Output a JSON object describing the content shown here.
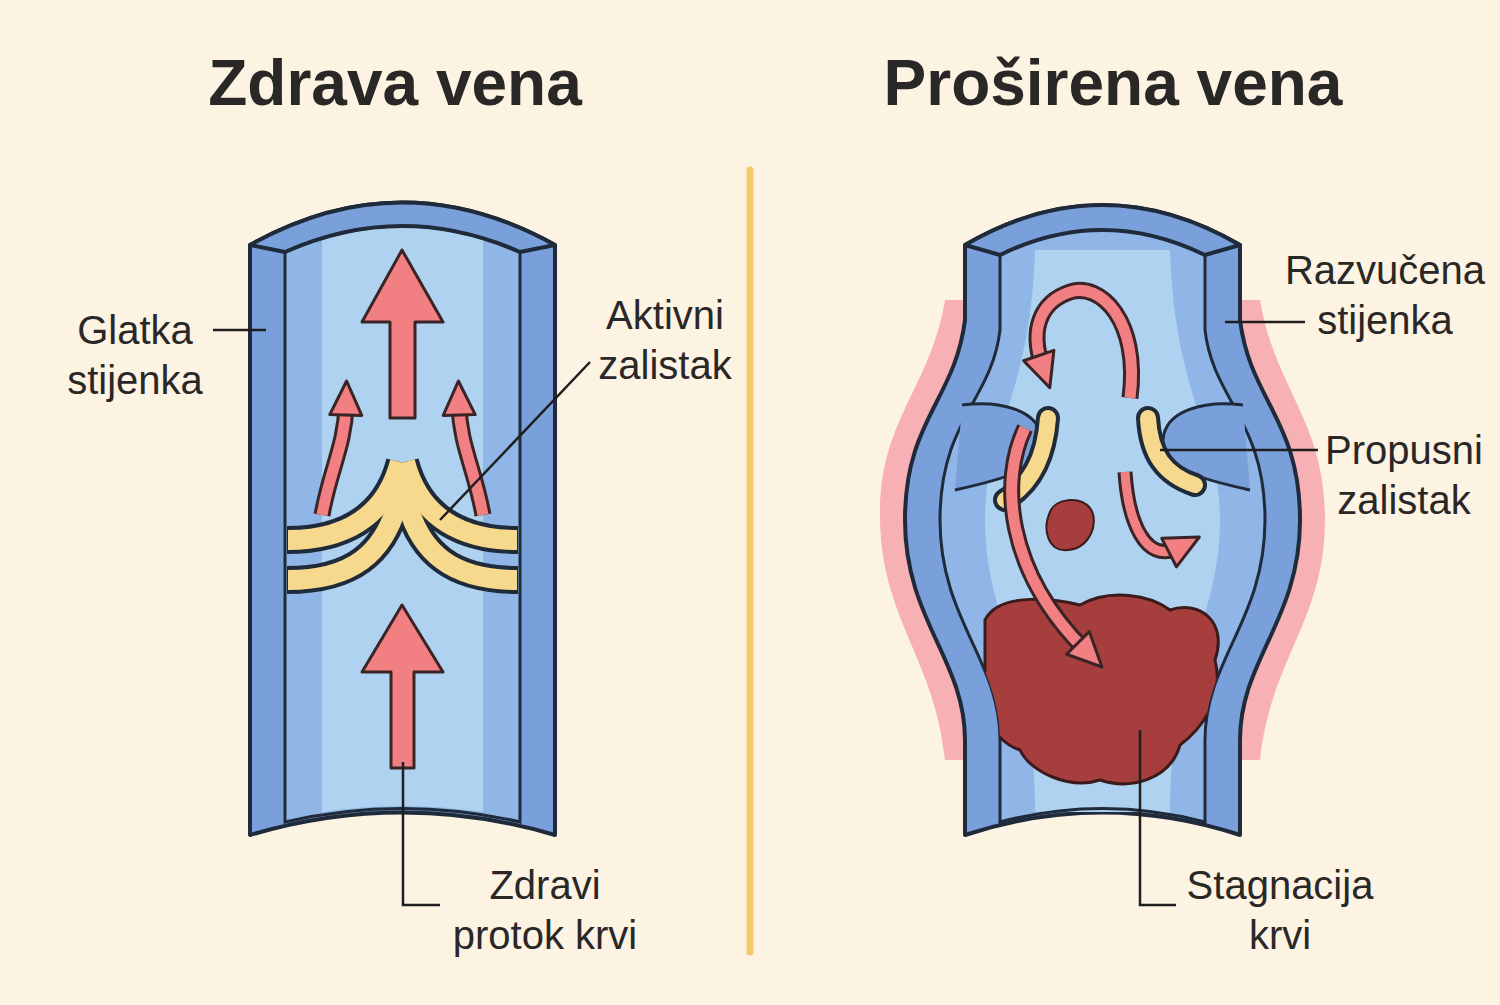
{
  "diagram": {
    "labels": [
      "Zdrava vena",
      "Proširena vena",
      "Glatka stijenka",
      "Aktivni zalistak",
      "Zdravi protok krvi",
      "Razvučena stijenka",
      "Propusni zalistak",
      "Stagnacija krvi"
    ]
  }
}
